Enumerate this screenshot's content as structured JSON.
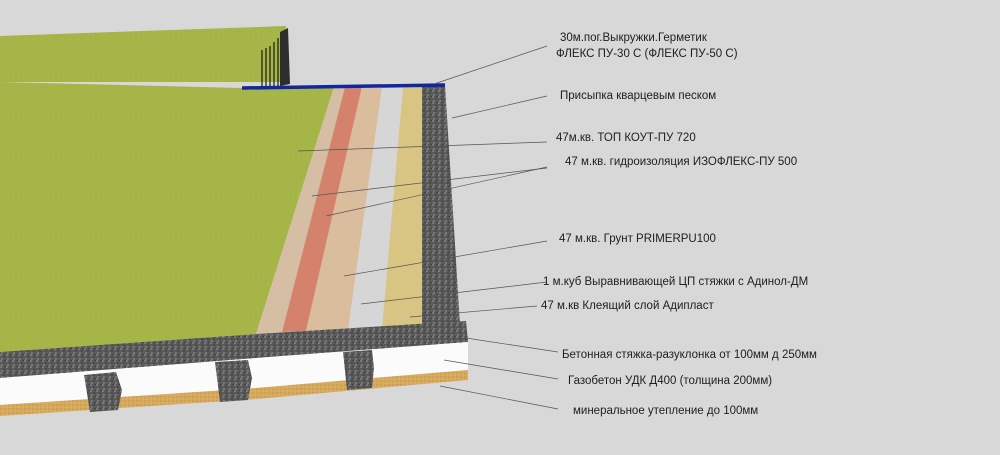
{
  "labels": {
    "sealant_line1": "30м.пог.Выкружки.Герметик",
    "sealant_line2": "ФЛЕКС ПУ-30 С (ФЛЕКС ПУ-50 С)",
    "quartz_sand": "Присыпка кварцевым песком",
    "top_coat": "47м.кв. ТОП КОУТ-ПУ 720",
    "waterproofing": "47 м.кв. гидроизоляция ИЗОФЛЕКС-ПУ 500",
    "primer": "47 м.кв. Грунт  PRIMERPU100",
    "leveling_screed": "1 м.куб Выравнивающей ЦП стяжки  с Адинол-ДМ",
    "adhesive": "47 м.кв Клеящий слой Адипласт",
    "concrete_screed": "Бетонная стяжка-разуклонка от 100мм д 250мм",
    "aerated_concrete": "Газобетон УДК Д400 (толщина 200мм)",
    "mineral_insulation": "минеральное утепление до 100мм"
  },
  "colors": {
    "background": "#d8d8d8",
    "green_topcoat": "#a4b446",
    "sand": "#d7bfa6",
    "red_layer": "#d5836c",
    "beige_layer": "#d8bc9c",
    "grey_layer": "#d5d5d5",
    "yellow_layer": "#d8c584",
    "gravel": "#5f5f5f",
    "insulation": "#fbfbfb",
    "mineral": "#d9ac5e",
    "sealant_bar": "#1226a0"
  }
}
